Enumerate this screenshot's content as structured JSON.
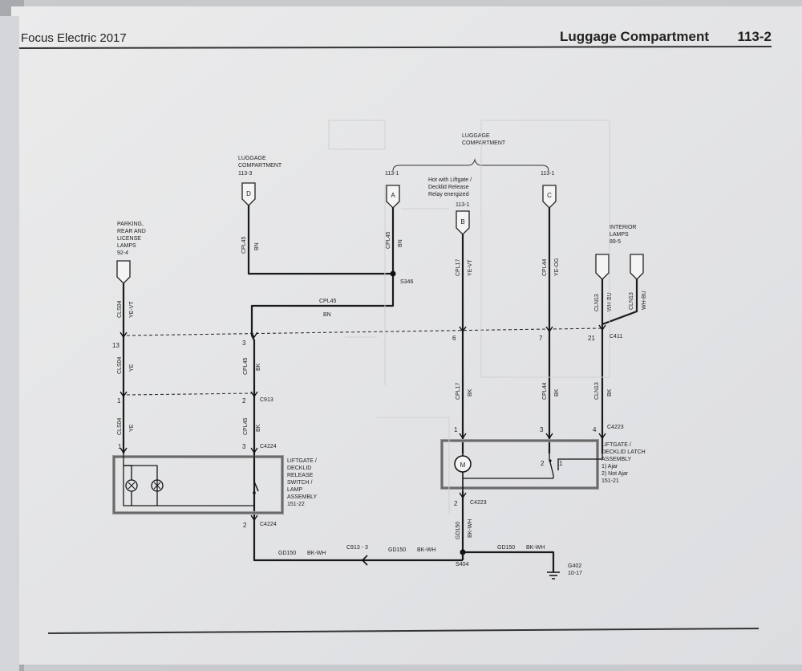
{
  "header": {
    "left": "Focus Electric 2017",
    "title": "Luggage Compartment",
    "page": "113-2"
  },
  "refs": {
    "lug_top": [
      "LUGGAGE",
      "COMPARTMENT"
    ],
    "lug_d": [
      "LUGGAGE",
      "COMPARTMENT",
      "113-3"
    ],
    "ref_a": "113-1",
    "ref_b": "113-1",
    "ref_c": "113-1",
    "hot": [
      "Hot with Liftgate /",
      "Decklid Release",
      "Relay energized"
    ],
    "parking": [
      "PARKING,",
      "REAR AND",
      "LICENSE",
      "LAMPS",
      "92-4"
    ],
    "interior": [
      "INTERIOR",
      "LAMPS",
      "89-5"
    ]
  },
  "connectors": {
    "a": "A",
    "b": "B",
    "c": "C",
    "d": "D"
  },
  "wires": {
    "cls04": "CLS04",
    "yevt": "YE-VT",
    "ye": "YE",
    "cpl45": "CPL45",
    "bn": "BN",
    "bk": "BK",
    "cpl17": "CPL17",
    "cpl44": "CPL44",
    "yeog": "YE-OG",
    "cln13": "CLN13",
    "whbu": "WH-BU",
    "gd150": "GD150",
    "bkwh": "BK-WH"
  },
  "pins": {
    "p13": "13",
    "p3a": "3",
    "p6": "6",
    "p7": "7",
    "p21": "21",
    "p1a": "1",
    "p2a": "2",
    "p1b": "1",
    "p3b": "3",
    "p1c": "1",
    "p3c": "3",
    "p4c": "4",
    "p2b": "2",
    "p2c": "2",
    "sw2": "2",
    "sw1": "1"
  },
  "labels": {
    "s346": "S346",
    "c411": "C411",
    "c913": "C913",
    "c4224a": "C4224",
    "c4224b": "C4224",
    "c4223a": "C4223",
    "c4223b": "C4223",
    "c913_3": "C913  -  3",
    "s404": "S404",
    "g402": [
      "G402",
      "10-17"
    ],
    "motor": "M"
  },
  "components": {
    "switch": [
      "LIFTGATE /",
      "DECKLID",
      "RELEASE",
      "SWITCH /",
      "LAMP",
      "ASSEMBLY",
      "151-22"
    ],
    "latch": [
      "LIFTGATE /",
      "DECKLID LATCH",
      "ASSEMBLY",
      "1) Ajar",
      "2) Not Ajar",
      "151-21"
    ]
  }
}
